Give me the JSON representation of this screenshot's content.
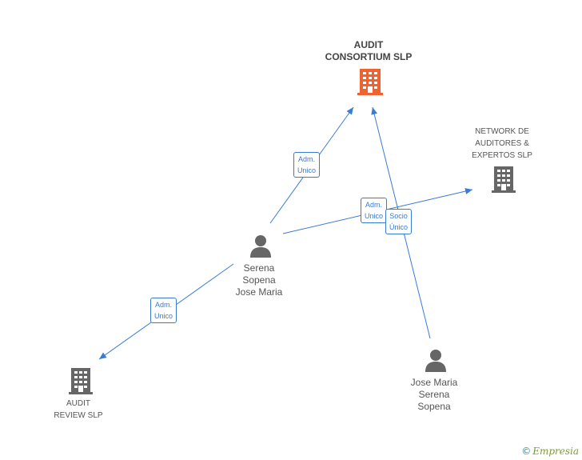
{
  "nodes": {
    "audit_consortium": {
      "line1": "AUDIT",
      "line2": "CONSORTIUM SLP",
      "color": "#f0622f"
    },
    "network": {
      "line1": "NETWORK DE",
      "line2": "AUDITORES &",
      "line3": "EXPERTOS SLP",
      "color": "#666666"
    },
    "serena": {
      "line1": "Serena",
      "line2": "Sopena",
      "line3": "Jose Maria"
    },
    "audit_review": {
      "line1": "AUDIT",
      "line2": "REVIEW SLP",
      "color": "#666666"
    },
    "jose_maria": {
      "line1": "Jose Maria",
      "line2": "Serena",
      "line3": "Sopena"
    }
  },
  "edges": {
    "e1": {
      "line1": "Adm.",
      "line2": "Unico"
    },
    "e2": {
      "line1": "Adm.",
      "line2": "Unico"
    },
    "e3": {
      "line1": "Socio",
      "line2": "Único"
    },
    "e4": {
      "line1": "Adm.",
      "line2": "Unico"
    }
  },
  "colors": {
    "edge": "#3a7bd5",
    "person": "#666666"
  },
  "footer": {
    "copyright_symbol": "©",
    "brand": "Empresia"
  }
}
